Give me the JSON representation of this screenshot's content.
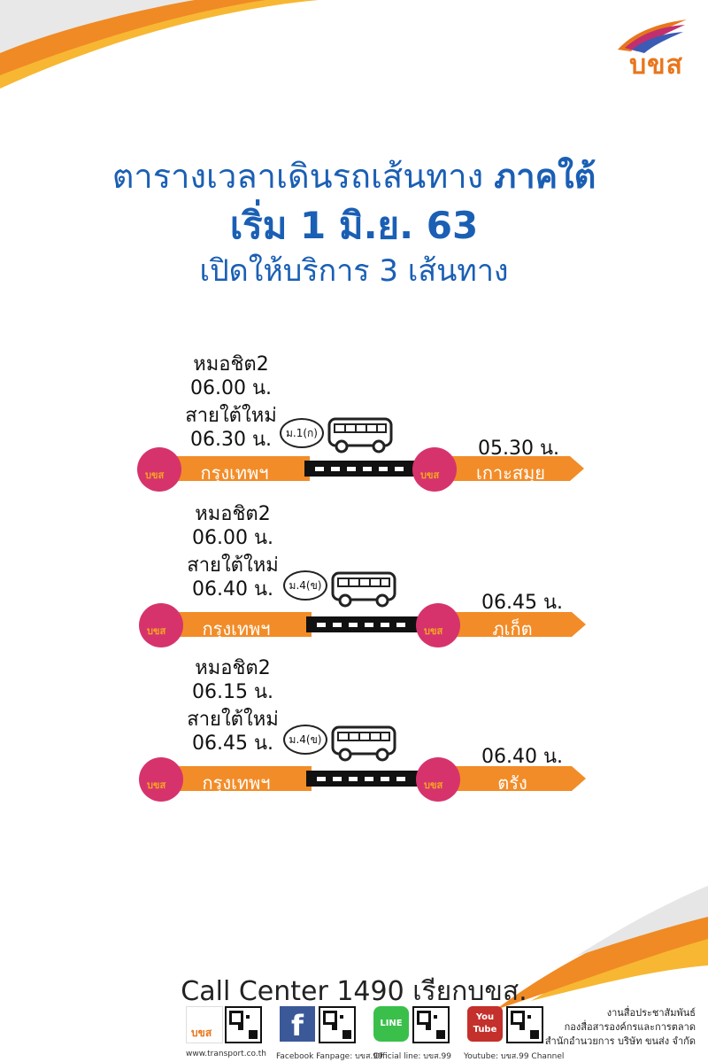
{
  "brand": {
    "logo_text": "บขส"
  },
  "heading": {
    "line1_prefix": "ตารางเวลาเดินรถเส้นทาง",
    "line1_bold": "ภาคใต้",
    "line2": "เริ่ม 1 มิ.ย. 63",
    "line3": "เปิดให้บริการ 3 เส้นทาง"
  },
  "routes": [
    {
      "dep1_station": "หมอชิต2",
      "dep1_time": "06.00 น.",
      "dep2_station": "สายใต้ใหม่",
      "dep2_time": "06.30 น.",
      "bus_class": "ม.1(ก)",
      "origin": "กรุงเทพฯ",
      "destination": "เกาะสมุย",
      "arrival_time": "05.30 น."
    },
    {
      "dep1_station": "หมอชิต2",
      "dep1_time": "06.00 น.",
      "dep2_station": "สายใต้ใหม่",
      "dep2_time": "06.40 น.",
      "bus_class": "ม.4(ข)",
      "origin": "กรุงเทพฯ",
      "destination": "ภูเก็ต",
      "arrival_time": "06.45 น."
    },
    {
      "dep1_station": "หมอชิต2",
      "dep1_time": "06.15 น.",
      "dep2_station": "สายใต้ใหม่",
      "dep2_time": "06.45 น.",
      "bus_class": "ม.4(ข)",
      "origin": "กรุงเทพฯ",
      "destination": "ตรัง",
      "arrival_time": "06.40 น."
    }
  ],
  "footer": {
    "call_center": "Call Center 1490 เรียกบขส.",
    "items": [
      {
        "icon": "bks-logo",
        "icon_text": "บขส",
        "caption": "www.transport.co.th"
      },
      {
        "icon": "facebook-icon",
        "icon_text": "f",
        "caption": "Facebook Fanpage: บขส.99"
      },
      {
        "icon": "line-icon",
        "icon_text": "LINE",
        "caption": "Official line: บขส.99"
      },
      {
        "icon": "youtube-icon",
        "icon_text": "You Tube",
        "caption": "Youtube: บขส.99 Channel"
      }
    ],
    "credit_lines": [
      "งานสื่อประชาสัมพันธ์",
      "กองสื่อสารองค์กรและการตลาด",
      "สำนักอำนวยการ บริษัท ขนส่ง จำกัด"
    ]
  },
  "colors": {
    "heading_blue": "#1a5fb4",
    "route_orange": "#f28c28",
    "station_pink": "#d6336c",
    "road_black": "#111111"
  }
}
